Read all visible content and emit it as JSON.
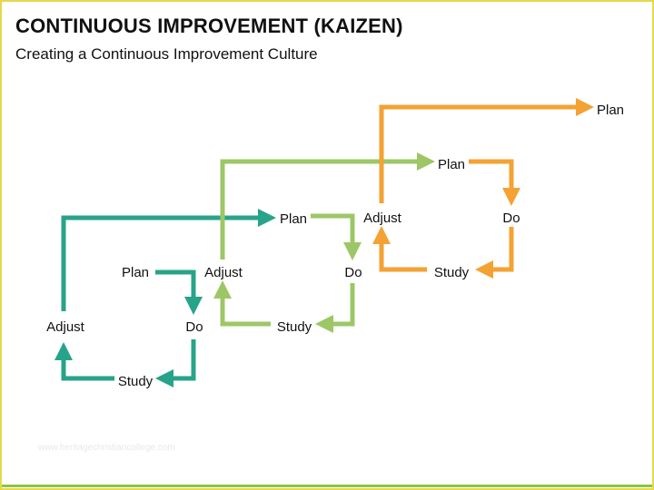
{
  "title": "CONTINUOUS IMPROVEMENT (KAIZEN)",
  "subtitle": "Creating a Continuous Improvement Culture",
  "watermark": "www.heritagechristiancollege.com",
  "colors": {
    "teal": "#27a389",
    "light_green": "#9dc767",
    "orange": "#f3a233",
    "frame": "#e6d84a",
    "bottom_line": "#8cc63f"
  },
  "cycles": [
    {
      "color": "teal",
      "labels": {
        "plan": "Plan",
        "do": "Do",
        "study": "Study",
        "adjust": "Adjust"
      }
    },
    {
      "color": "light_green",
      "labels": {
        "plan": "Plan",
        "do": "Do",
        "study": "Study",
        "adjust": "Adjust"
      }
    },
    {
      "color": "orange",
      "labels": {
        "plan": "Plan",
        "do": "Do",
        "study": "Study",
        "adjust": "Adjust"
      }
    },
    {
      "color": "orange",
      "labels": {
        "plan": "Plan"
      }
    }
  ]
}
